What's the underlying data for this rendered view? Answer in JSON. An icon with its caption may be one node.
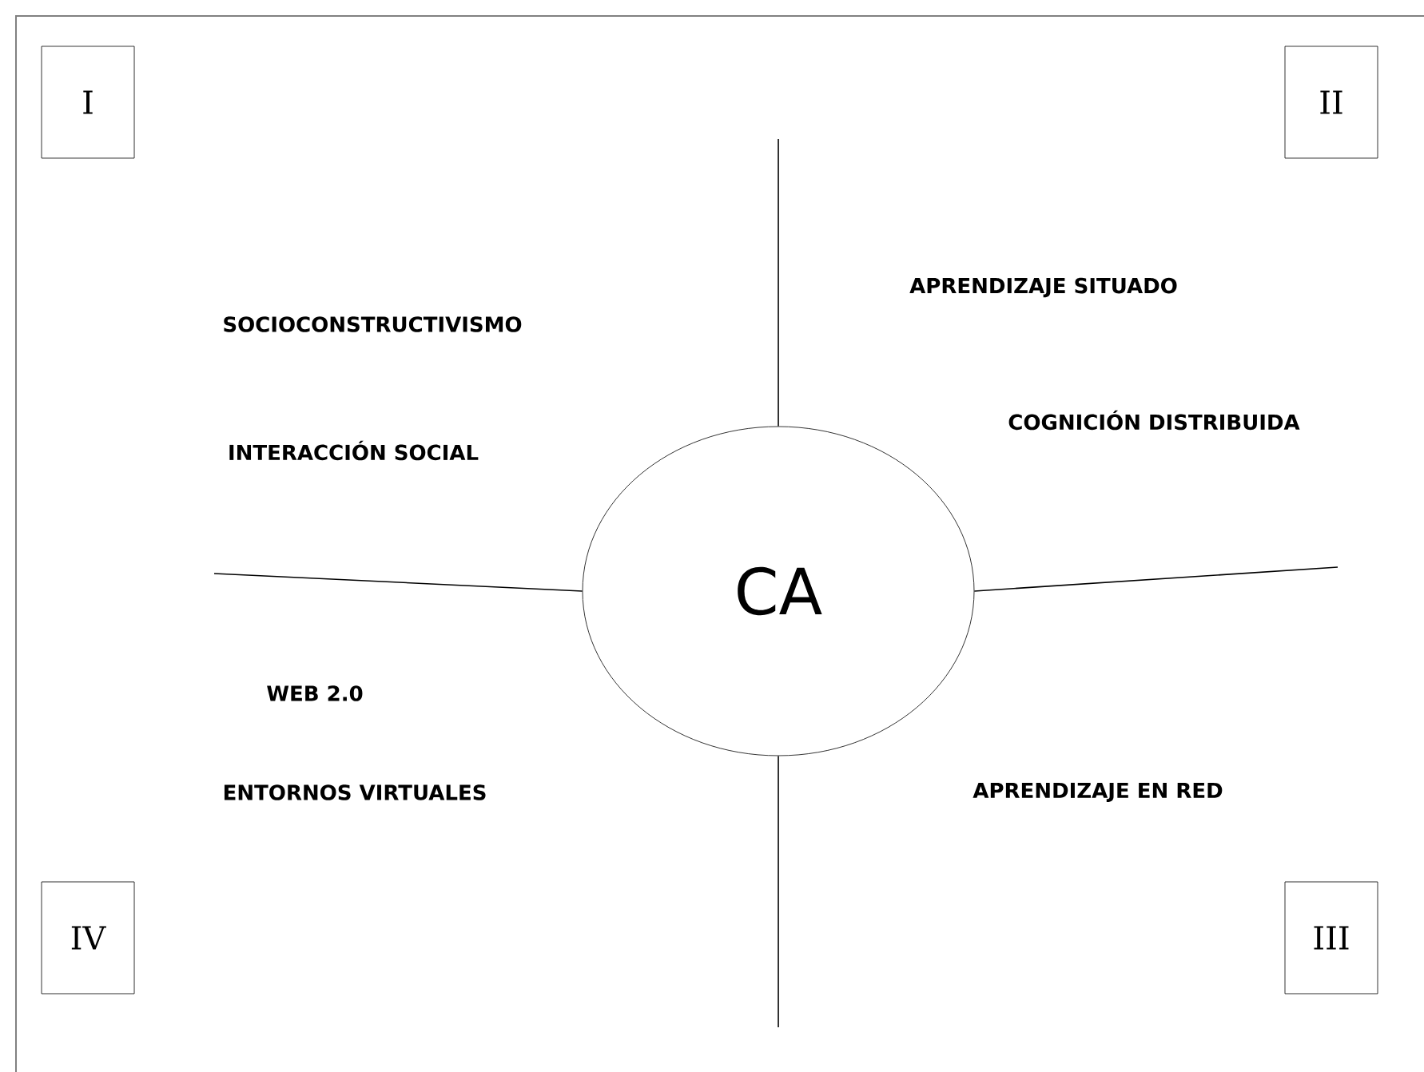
{
  "diagram": {
    "nodes": [
      {
        "text": [
          "I"
        ]
      },
      {
        "text": [
          "II"
        ]
      },
      {
        "text": [
          "CA"
        ]
      },
      {
        "text": [
          "IV"
        ]
      },
      {
        "text": [
          "III"
        ]
      }
    ],
    "edges": [
      {
        "from": 2,
        "to": null,
        "arrow": "none"
      },
      {
        "from": 2,
        "to": null,
        "arrow": "none"
      },
      {
        "from": 2,
        "to": null,
        "arrow": "none"
      },
      {
        "from": 2,
        "to": null,
        "arrow": "none"
      }
    ],
    "labels": [
      "APRENDIZAJE SITUADO",
      "SOCIOCONSTRUCTIVISMO",
      "COGNICIÓN DISTRIBUIDA",
      "INTERACCIÓN SOCIAL",
      "WEB 2.0",
      "ENTORNOS VIRTUALES",
      "APRENDIZAJE EN RED"
    ]
  }
}
